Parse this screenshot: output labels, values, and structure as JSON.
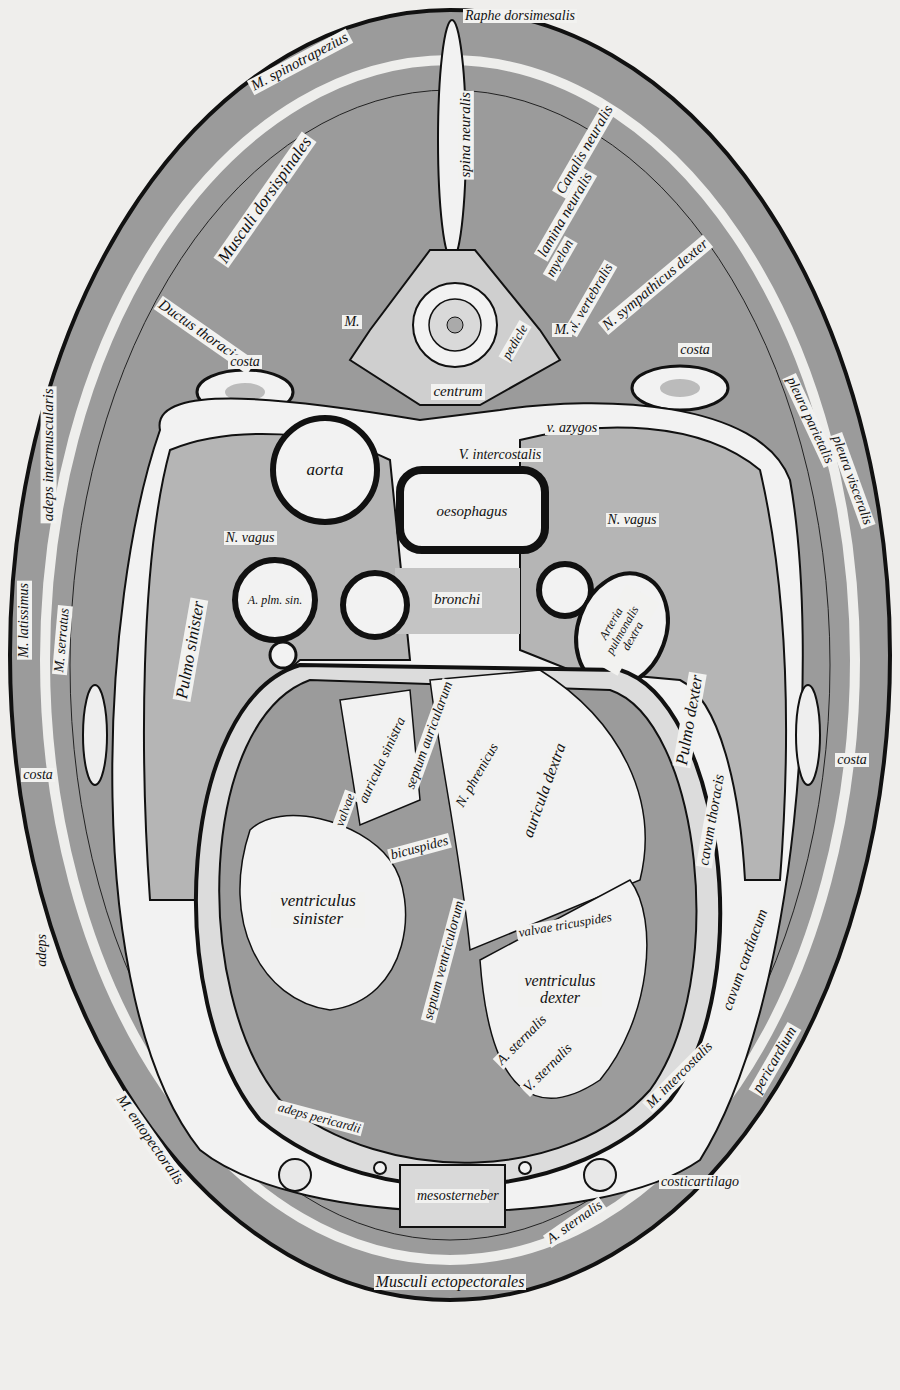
{
  "diagram": {
    "labels": [
      "Raphe dorsimesalis",
      "M. spinotrapezius",
      "spina neuralis",
      "Canalis neuralis",
      "lamina neuralis",
      "myelon",
      "N. vertebralis",
      "pedicle",
      "Musculi dorsispinales",
      "Ductus thoracicus",
      "M.",
      "M.",
      "N. sympathicus dexter",
      "costa",
      "costa",
      "centrum",
      "v. azygos",
      "aorta",
      "oesophagus",
      "V. intercostalis",
      "pleura parietalis",
      "pleura visceralis",
      "N. vagus",
      "N. vagus",
      "bronchi",
      "A. plm. sin.",
      "Pulmo sinister",
      "Arteria pulmonalis dextra",
      "Pulmo dexter",
      "auricula sinistra",
      "septum auricularum",
      "N. phrenicus",
      "valvae",
      "bicuspides",
      "auricula dextra",
      "ventriculus sinister",
      "valvae tricuspides",
      "ventriculus dexter",
      "septum ventriculorum",
      "A. sternalis",
      "V. sternalis",
      "cavum thoracis",
      "cavum cardiacum",
      "pericardium",
      "M. latissimus",
      "M. serratus",
      "adeps intermuscularis",
      "costa",
      "costa",
      "adeps",
      "M. entopectoralis",
      "adeps pericardii",
      "M. intercostalis",
      "costicartilago",
      "A. sternalis",
      "mesosterneber",
      "Musculi ectopectorales"
    ]
  }
}
